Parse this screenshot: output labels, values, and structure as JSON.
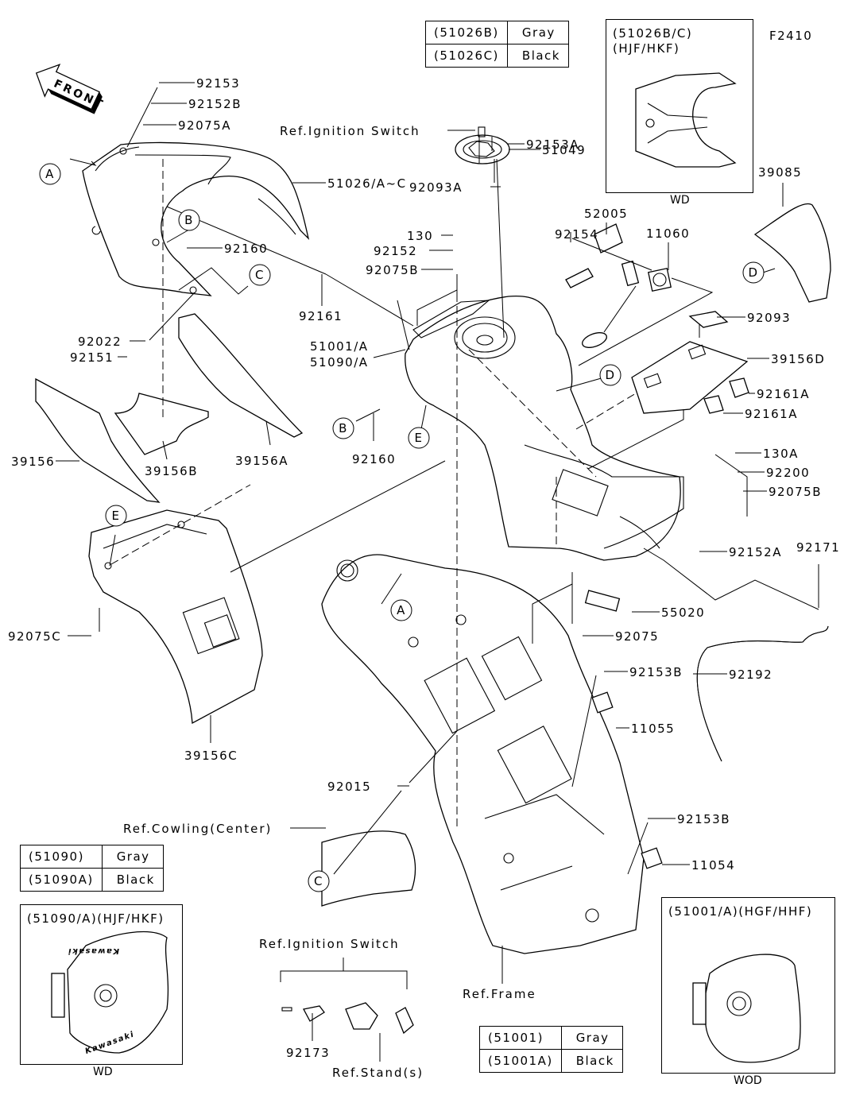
{
  "figure_code": "F2410",
  "front_arrow": {
    "label": "FRONT",
    "icon": "front-direction-arrow-icon"
  },
  "color_tables": [
    {
      "name": "cowl-color-table",
      "rows": [
        {
          "part": "(51026B)",
          "color": "Gray"
        },
        {
          "part": "(51026C)",
          "color": "Black"
        }
      ]
    },
    {
      "name": "cover-color-table",
      "rows": [
        {
          "part": "(51090)",
          "color": "Gray"
        },
        {
          "part": "(51090A)",
          "color": "Black"
        }
      ]
    },
    {
      "name": "tank-color-table",
      "rows": [
        {
          "part": "(51001)",
          "color": "Gray"
        },
        {
          "part": "(51001A)",
          "color": "Black"
        }
      ]
    }
  ],
  "inset_boxes": [
    {
      "name": "inset-51026",
      "title": "(51026B/C)\n(HJF/HKF)",
      "caption": "WD"
    },
    {
      "name": "inset-51090",
      "title": "(51090/A)(HJF/HKF)",
      "caption": "WD",
      "decal_text": "Kawasaki"
    },
    {
      "name": "inset-51001",
      "title": "(51001/A)(HGF/HHF)",
      "caption": "WOD"
    }
  ],
  "callout_letters": [
    "A",
    "B",
    "C",
    "D",
    "E"
  ],
  "part_labels": [
    {
      "id": "92153",
      "text": "92153"
    },
    {
      "id": "92152B",
      "text": "92152B"
    },
    {
      "id": "92075A",
      "text": "92075A"
    },
    {
      "id": "51026",
      "text": "51026/A~C"
    },
    {
      "id": "92160a",
      "text": "92160"
    },
    {
      "id": "92022",
      "text": "92022"
    },
    {
      "id": "92151",
      "text": "92151"
    },
    {
      "id": "92161",
      "text": "92161"
    },
    {
      "id": "ref-ign1",
      "text": "Ref.Ignition Switch"
    },
    {
      "id": "92153A",
      "text": "92153A"
    },
    {
      "id": "51049",
      "text": "51049"
    },
    {
      "id": "92093A",
      "text": "92093A"
    },
    {
      "id": "130",
      "text": "130"
    },
    {
      "id": "92152",
      "text": "92152"
    },
    {
      "id": "92075B",
      "text": "92075B"
    },
    {
      "id": "51001",
      "text": "51001/A"
    },
    {
      "id": "51090",
      "text": "51090/A"
    },
    {
      "id": "92154",
      "text": "92154"
    },
    {
      "id": "52005",
      "text": "52005"
    },
    {
      "id": "11060",
      "text": "11060"
    },
    {
      "id": "39085",
      "text": "39085"
    },
    {
      "id": "92093",
      "text": "92093"
    },
    {
      "id": "39156D",
      "text": "39156D"
    },
    {
      "id": "92161A1",
      "text": "92161A"
    },
    {
      "id": "92161A2",
      "text": "92161A"
    },
    {
      "id": "39156",
      "text": "39156"
    },
    {
      "id": "39156B",
      "text": "39156B"
    },
    {
      "id": "39156A",
      "text": "39156A"
    },
    {
      "id": "92160b",
      "text": "92160"
    },
    {
      "id": "130A",
      "text": "130A"
    },
    {
      "id": "92200",
      "text": "92200"
    },
    {
      "id": "92075B2",
      "text": "92075B"
    },
    {
      "id": "92152A",
      "text": "92152A"
    },
    {
      "id": "92171",
      "text": "92171"
    },
    {
      "id": "55020",
      "text": "55020"
    },
    {
      "id": "92075",
      "text": "92075"
    },
    {
      "id": "92075C",
      "text": "92075C"
    },
    {
      "id": "39156C",
      "text": "39156C"
    },
    {
      "id": "92153B1",
      "text": "92153B"
    },
    {
      "id": "92192",
      "text": "92192"
    },
    {
      "id": "11055",
      "text": "11055"
    },
    {
      "id": "92015",
      "text": "92015"
    },
    {
      "id": "ref-cowl",
      "text": "Ref.Cowling(Center)"
    },
    {
      "id": "92153B2",
      "text": "92153B"
    },
    {
      "id": "11054",
      "text": "11054"
    },
    {
      "id": "ref-frame",
      "text": "Ref.Frame"
    },
    {
      "id": "ref-ign2",
      "text": "Ref.Ignition Switch"
    },
    {
      "id": "92173",
      "text": "92173"
    },
    {
      "id": "ref-stand",
      "text": "Ref.Stand(s)"
    }
  ]
}
